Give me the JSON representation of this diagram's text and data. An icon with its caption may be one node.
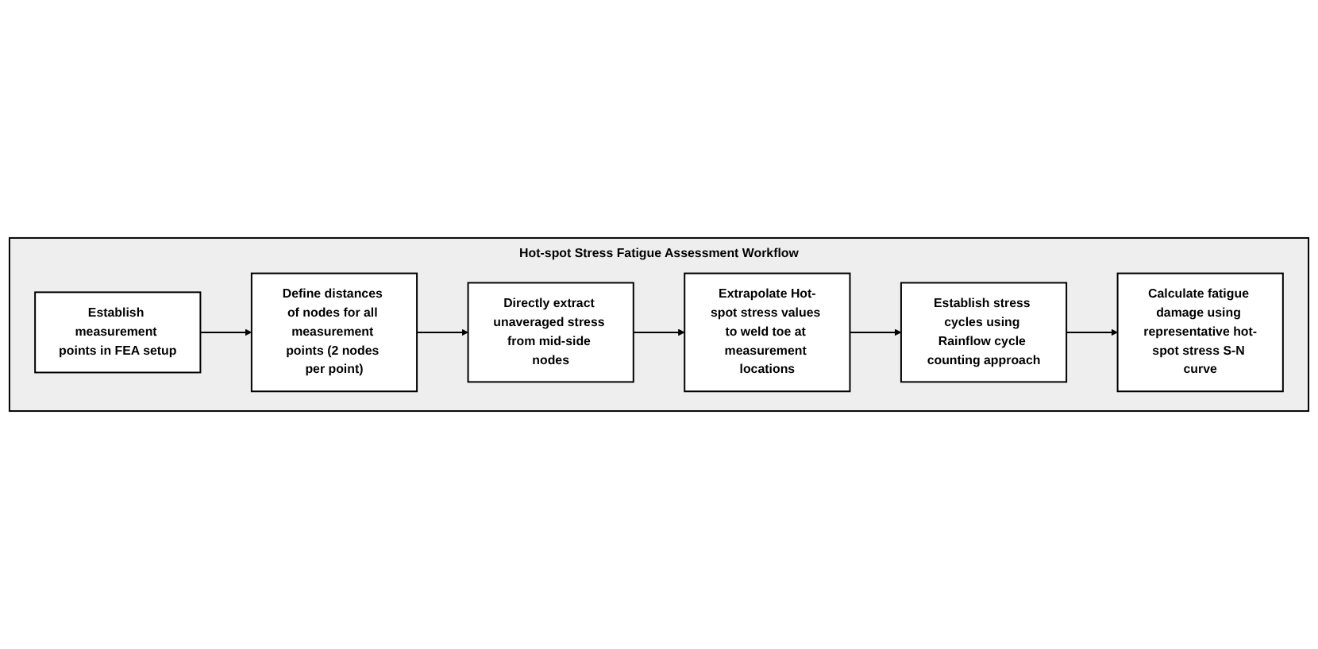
{
  "diagram": {
    "nodes": [
      {
        "text": [
          "Hot-spot Stress Fatigue Assessment Workflow"
        ]
      },
      {
        "text": [
          "Establish measurement points in FEA setup"
        ],
        "in": 0
      },
      {
        "text": [
          "Define distances of nodes for all measurement points (2 nodes per point)"
        ],
        "in": 0
      },
      {
        "text": [
          "Directly extract unaveraged stress from mid-side nodes"
        ],
        "in": 0
      },
      {
        "text": [
          "Extrapolate Hot-spot stress values to weld toe at measurement locations"
        ],
        "in": 0
      },
      {
        "text": [
          "Establish stress cycles using Rainflow cycle counting approach"
        ],
        "in": 0
      },
      {
        "text": [
          "Calculate fatigue damage using representative hot-spot stress S-N curve"
        ],
        "in": 0
      }
    ],
    "edges": [
      {
        "from": 1,
        "to": 2,
        "arrow": "to"
      },
      {
        "from": 2,
        "to": 3,
        "arrow": "to"
      },
      {
        "from": 3,
        "to": 4,
        "arrow": "to"
      },
      {
        "from": 4,
        "to": 5,
        "arrow": "to"
      },
      {
        "from": 5,
        "to": 6,
        "arrow": "to"
      }
    ]
  }
}
